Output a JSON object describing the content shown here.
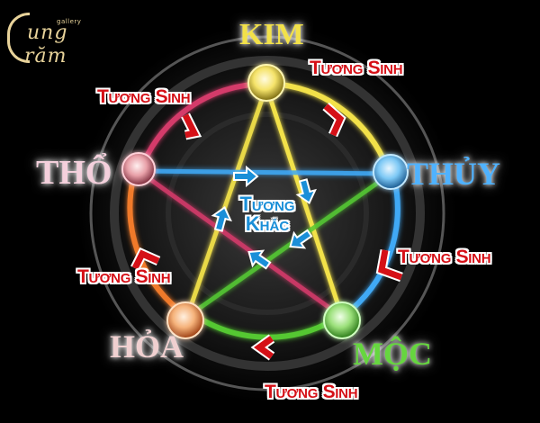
{
  "logo": {
    "line1": "ung",
    "line2": "răm",
    "gallery": "gallery"
  },
  "elements": {
    "kim": "KIM",
    "thuy": "THỦY",
    "moc": "MỘC",
    "hoa": "HỎA",
    "tho": "THỔ"
  },
  "element_colors": {
    "kim": "#f2e14a",
    "thuy": "#3fa9f5",
    "moc": "#55c833",
    "hoa": "#f07a2a",
    "tho": "#d43a6a"
  },
  "relations": {
    "kim_thuy": "Tương Sinh",
    "tho_kim": "Tương Sinh",
    "thuy_moc": "Tương Sinh",
    "hoa_tho": "Tương Sinh",
    "moc_hoa": "Tương Sinh"
  },
  "center": {
    "line1": "Tương",
    "line2": "Khắc"
  },
  "accent_colors": {
    "sinh_arrow": "#d51017",
    "khac_arrow": "#1a8fd8"
  }
}
